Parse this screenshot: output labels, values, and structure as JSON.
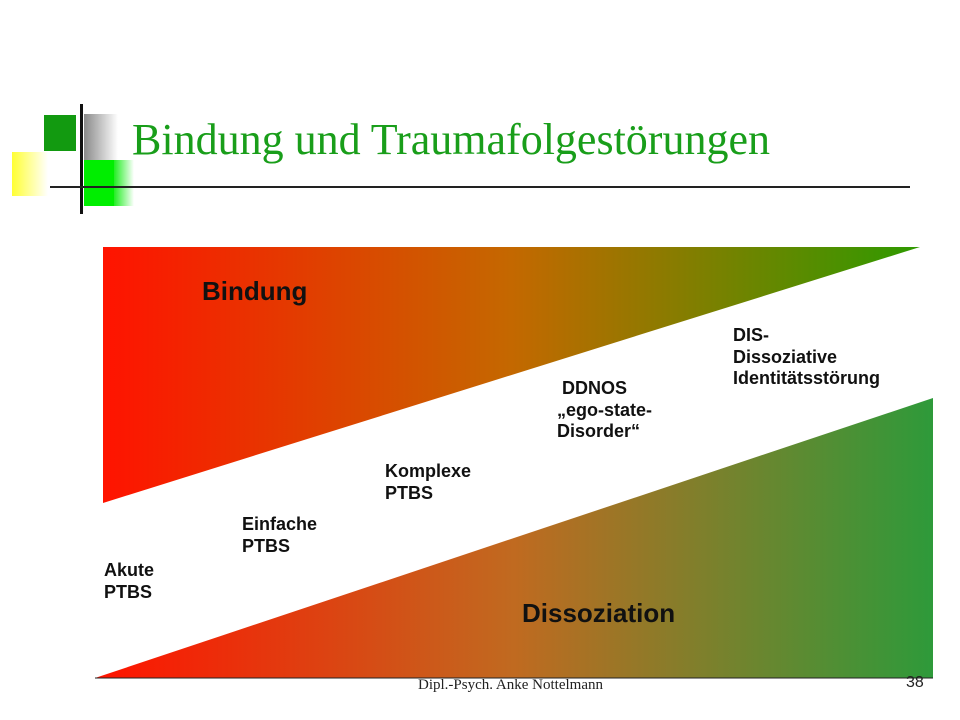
{
  "slide": {
    "title": "Bindung und Traumafolgestörungen",
    "footer": "Dipl.-Psych. Anke Nottelmann",
    "page_number": "38"
  },
  "diagram": {
    "top_wedge_label": "Bindung",
    "bottom_wedge_label": "Dissoziation",
    "stages": [
      "Akute\nPTBS",
      "Einfache\nPTBS",
      "Komplexe\nPTBS",
      " DDNOS\n„ego-state-\nDisorder“",
      "DIS-\nDissoziative\nIdentitätsstörung"
    ]
  },
  "colors": {
    "title": "#199e1a",
    "gradient_start": "#ff1300",
    "gradient_mid": "#c06a00",
    "bindung_end": "#2e9a00",
    "dissoziation_end": "#2e9a3a"
  }
}
